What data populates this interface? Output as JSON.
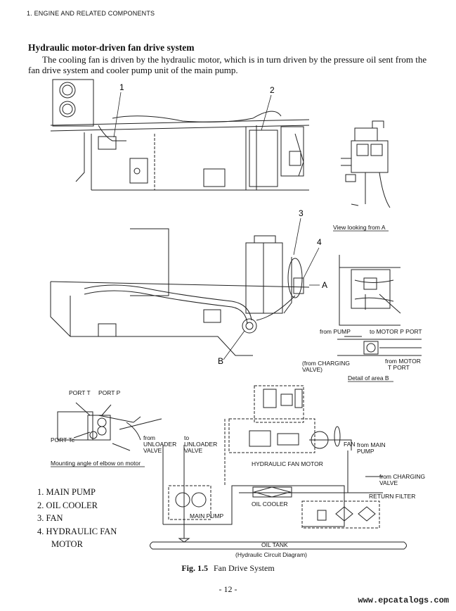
{
  "header": {
    "section": "1. ENGINE AND RELATED COMPONENTS"
  },
  "title": "Hydraulic motor-driven fan drive system",
  "intro": "The cooling fan is driven by the hydraulic motor, which is in turn driven by the pressure oil sent from the fan drive system and cooler pump unit of the main pump.",
  "callouts": {
    "c1": "1",
    "c2": "2",
    "c3": "3",
    "c4": "4",
    "a": "A",
    "b": "B"
  },
  "view_a": {
    "title": "View looking from A"
  },
  "detail_b": {
    "from_pump": "from PUMP",
    "to_motor_p": "to MOTOR P PORT",
    "from_charging_1": "(from CHARGING",
    "from_charging_2": "VALVE)",
    "from_motor_1": "from MOTOR",
    "from_motor_2": "T PORT",
    "caption": "Detail of area B"
  },
  "elbow": {
    "port_t": "PORT T",
    "port_p": "PORT P",
    "port_tc": "PORT Tc",
    "caption": "Mounting angle of elbow on motor"
  },
  "circuit": {
    "from_unloader_1": "from",
    "from_unloader_2": "UNLOADER",
    "from_unloader_3": "VALVE",
    "to_unloader_1": "to",
    "to_unloader_2": "UNLOADER",
    "to_unloader_3": "VALVE",
    "hydraulic_fan_motor": "HYDRAULIC FAN MOTOR",
    "from_main_pump_1": "from MAIN",
    "from_main_pump_2": "PUMP",
    "fan": "FAN",
    "from_charging_1": "from CHARGING",
    "from_charging_2": "VALVE",
    "return_filter": "RETURN FILTER",
    "oil_cooler": "OIL COOLER",
    "main_pump": "MAIN PUMP",
    "oil_tank": "OIL TANK",
    "caption": "(Hydraulic Circuit Diagram)"
  },
  "legend": [
    "1.  MAIN PUMP",
    "2.  OIL COOLER",
    "3.  FAN",
    "4.  HYDRAULIC FAN",
    "MOTOR"
  ],
  "figure": {
    "number": "Fig. 1.5",
    "caption": "Fan Drive System"
  },
  "page_number": "- 12 -",
  "watermark": "www.epcatalogs.com"
}
